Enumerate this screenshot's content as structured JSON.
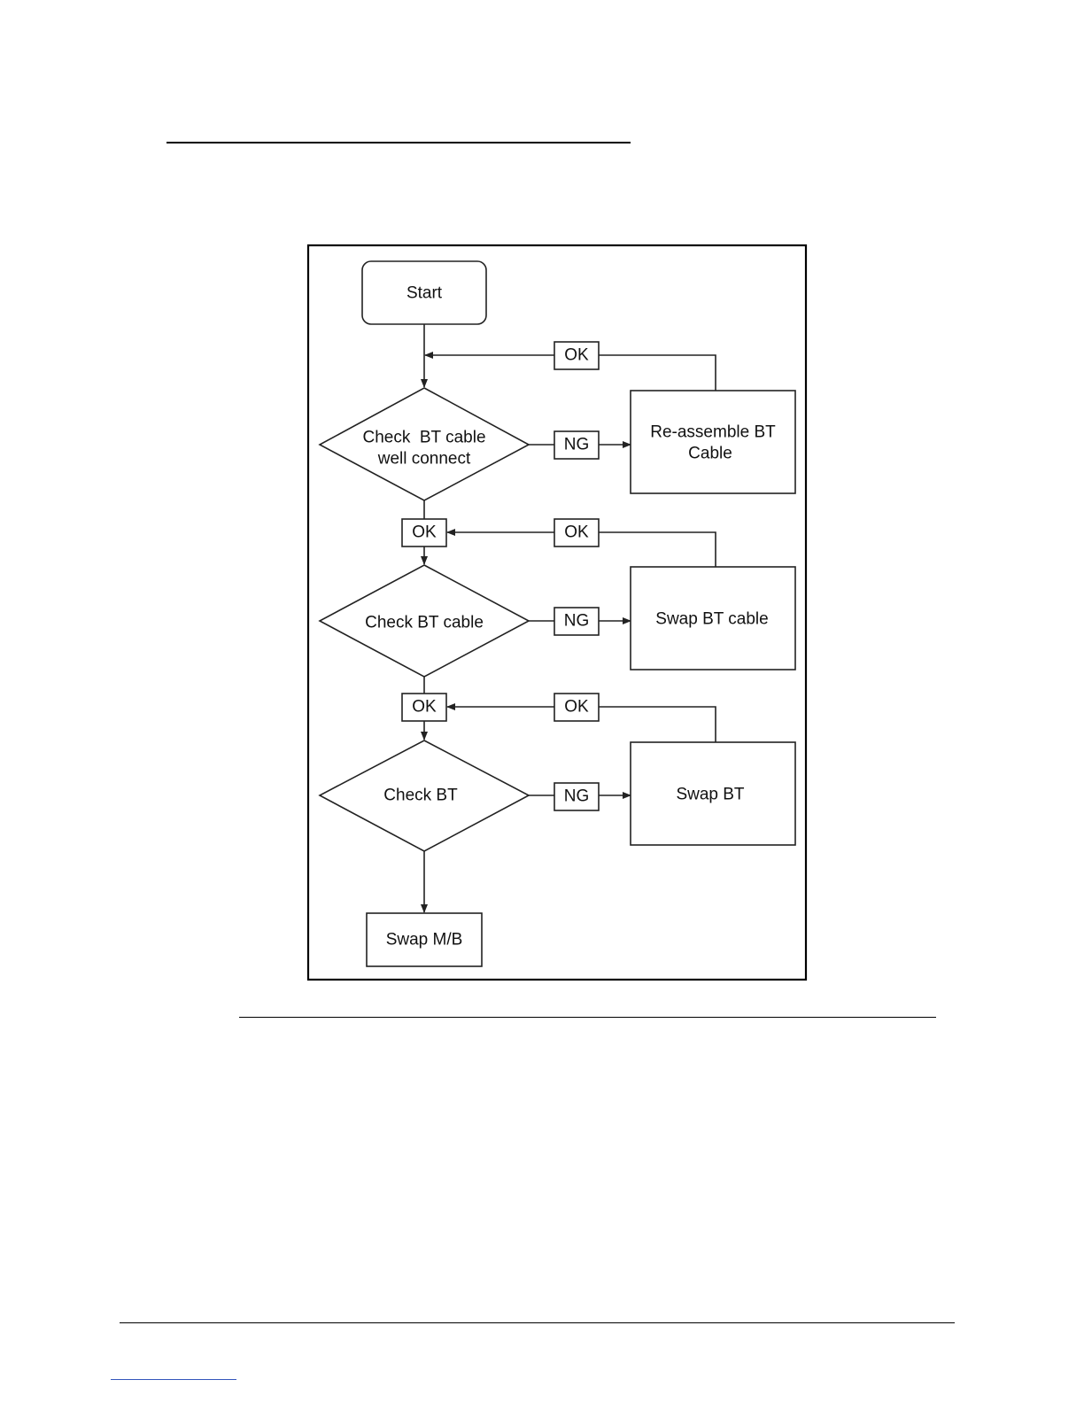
{
  "diagram": {
    "start": "Start",
    "decisions": [
      {
        "line1": "Check  BT cable",
        "line2": "well connect"
      },
      {
        "line1": "Check BT cable"
      },
      {
        "line1": "Check BT"
      }
    ],
    "actions": [
      {
        "line1": "Re-assemble BT",
        "line2": "Cable"
      },
      {
        "line1": "Swap BT cable"
      },
      {
        "line1": "Swap BT"
      }
    ],
    "end": "Swap M/B",
    "labels": {
      "ok": "OK",
      "ng": "NG"
    }
  }
}
